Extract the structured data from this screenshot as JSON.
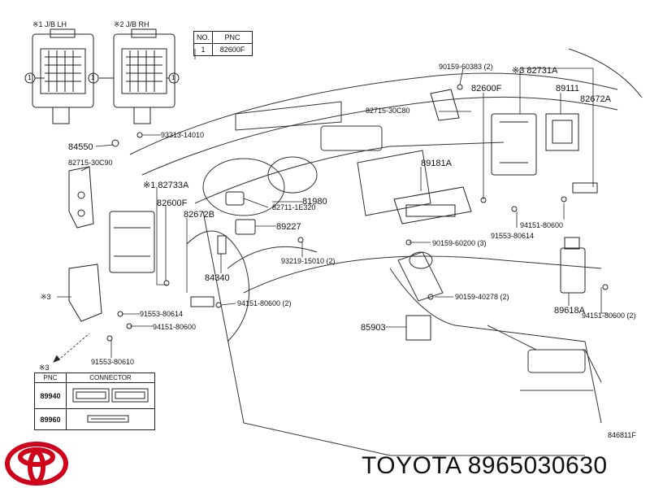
{
  "header": {
    "jb_lh": "※1  J/B LH",
    "jb_rh": "※2  J/B RH",
    "table_no_header": "NO.",
    "table_pnc_header": "PNC",
    "table_no_value": "1",
    "table_pnc_value": "82600F"
  },
  "callouts": {
    "c1": "90159-60383 (2)",
    "c2": "※3 82731A",
    "c3": "82600F",
    "c4": "89111",
    "c5": "82672A",
    "c6": "82715-30C80",
    "c7": "93313-14010",
    "c8": "84550",
    "c9": "82715-30C90",
    "c10": "89181A",
    "c11": "※1 82733A",
    "c12": "82600F",
    "c13": "82672B",
    "c14": "82711-1E320",
    "c15": "81980",
    "c16": "89227",
    "c17": "94151-80600",
    "c18": "91553-80614",
    "c19": "90159-60200 (3)",
    "c20": "93219-15010 (2)",
    "c21": "84340",
    "c22": "※3",
    "c23": "91553-80614",
    "c24": "94151-80600 (2)",
    "c25": "94151-80600",
    "c26": "90159-40278 (2)",
    "c27": "89618A",
    "c28": "94151-80600 (2)",
    "c29": "85903",
    "c30": "91553-80610",
    "c31": "※3",
    "c32": "1",
    "c33": "1",
    "c34": "1"
  },
  "connector_table": {
    "header_pnc": "PNC",
    "header_connector": "CONNECTOR",
    "rows": [
      {
        "pnc": "89940"
      },
      {
        "pnc": "89960"
      }
    ]
  },
  "figure_code": "846811F",
  "brand": {
    "text": "TOYOTA 8965030630",
    "logo_color": "#d0021b"
  }
}
